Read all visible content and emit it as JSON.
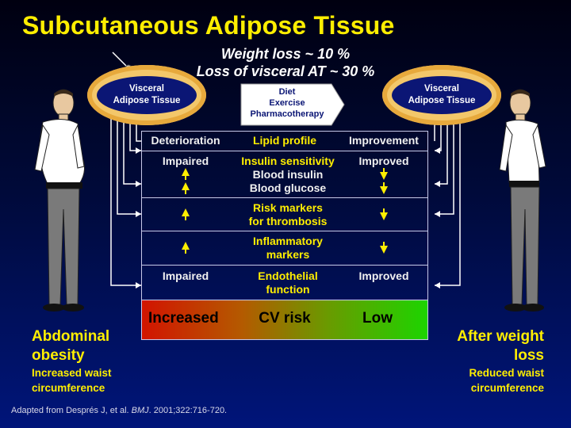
{
  "title": "Subcutaneous Adipose Tissue",
  "subtitle_line1": "Weight loss ~ 10 %",
  "subtitle_line2": "Loss of visceral AT ~ 30 %",
  "left_ellipse": {
    "line1": "Visceral",
    "line2": "Adipose Tissue"
  },
  "right_ellipse": {
    "line1": "Visceral",
    "line2": "Adipose Tissue"
  },
  "intervention": {
    "line1": "Diet",
    "line2": "Exercise",
    "line3": "Pharmacotherapy"
  },
  "table": {
    "header": {
      "left": "Deterioration",
      "center": "Lipid profile",
      "right": "Improvement"
    },
    "row_insulin": {
      "left": "Impaired",
      "center1": "Insulin sensitivity",
      "center2": "Blood insulin",
      "center3": "Blood glucose",
      "right": "Improved"
    },
    "row_thrombosis": {
      "center1": "Risk markers",
      "center2": "for thrombosis"
    },
    "row_inflammation": {
      "center1": "Inflammatory",
      "center2": "markers"
    },
    "row_endothelial": {
      "left": "Impaired",
      "center1": "Endothelial",
      "center2": "function",
      "right": "Improved"
    },
    "cv_row": {
      "left": "Increased",
      "center": "CV risk",
      "right": "Low"
    }
  },
  "left_figure": {
    "label1": "Abdominal",
    "label2": "obesity",
    "note1": "Increased waist",
    "note2": "circumference"
  },
  "right_figure": {
    "label1": "After weight",
    "label2": "loss",
    "note1": "Reduced waist",
    "note2": "circumference"
  },
  "footnote": {
    "prefix": "Adapted from Després J, et al. ",
    "journal": "BMJ",
    "suffix": ". 2001;322:716-720."
  },
  "colors": {
    "title": "#ffee00",
    "ellipse": "#f3c76a",
    "table_border": "#c8c8e8",
    "background": "#00157a"
  }
}
